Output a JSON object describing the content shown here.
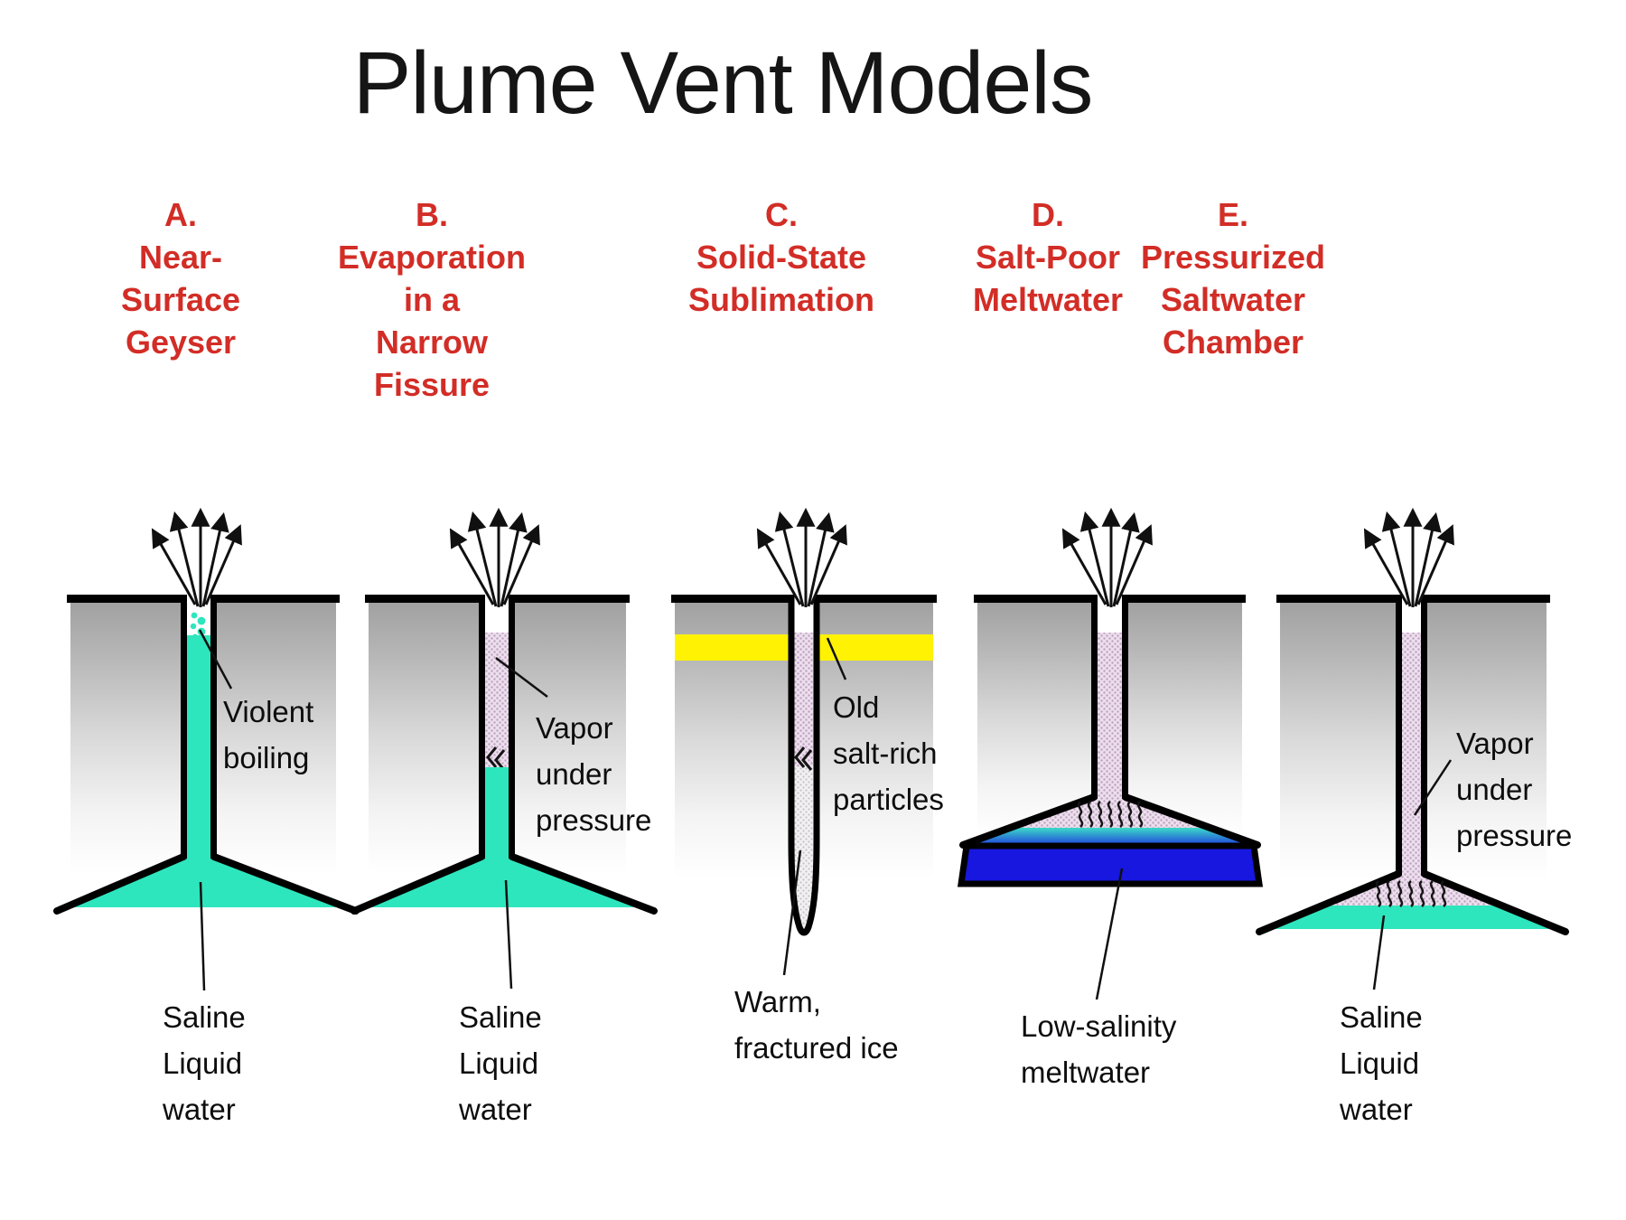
{
  "title": "Plume Vent Models",
  "colors": {
    "header_red": "#d22d26",
    "saline_water_teal": "#2ee6bd",
    "meltwater_blue": "#1717e0",
    "salt_layer_yellow": "#fff203",
    "vapor_stipple": "#ecdfec",
    "ice_gray": "#a1a1a1"
  },
  "models": {
    "a": {
      "header": "A.\nNear-\nSurface\nGeyser",
      "label_boiling": "Violent\nboiling",
      "label_bottom": "Saline\nLiquid\nwater"
    },
    "b": {
      "header": "B.\nEvaporation\nin a\nNarrow\nFissure",
      "label_vapor": "Vapor\nunder\npressure",
      "label_bottom": "Saline\nLiquid\nwater"
    },
    "c": {
      "header": "C.\nSolid-State\nSublimation",
      "label_particles": "Old\nsalt-rich\nparticles",
      "label_bottom": "Warm,\nfractured ice"
    },
    "d": {
      "header": "D.\nSalt-Poor\nMeltwater",
      "label_bottom": "Low-salinity\nmeltwater"
    },
    "e": {
      "header": "E.\nPressurized\nSaltwater\nChamber",
      "label_vapor": "Vapor\nunder\npressure",
      "label_bottom": "Saline\nLiquid\nwater"
    }
  }
}
